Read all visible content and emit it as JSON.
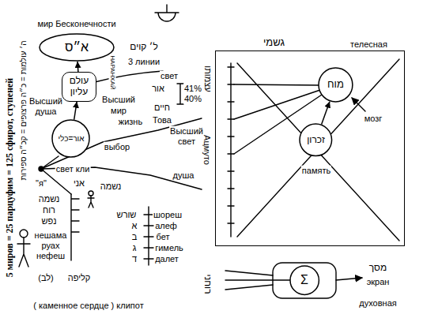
{
  "diagram": {
    "nodes": [
      {
        "text": [
          "мир Бесконечности",
          "א״ס"
        ]
      },
      {
        "text": [
          "עולם עליון"
        ]
      },
      {
        "text": [
          "אור=כלי"
        ]
      },
      {
        "text": [
          "גשמי",
          "телесная"
        ]
      },
      {
        "text": [
          "מוח"
        ],
        "in": 3
      },
      {
        "text": [
          "זכרון"
        ],
        "in": 3
      },
      {
        "text": [
          "Σ"
        ]
      }
    ],
    "edges": [
      {
        "from": 1,
        "to": 0,
        "arrow": "to"
      },
      {
        "from": 2,
        "to": 1,
        "arrow": "to"
      },
      {
        "from": 5,
        "to": 4,
        "arrow": "to"
      }
    ],
    "labels": [
      "5 миров = 25 парцуфим = 125 сфирот, ступеней",
      "ה׳ עולמות = כ״ה פרצופים = קכ״ה ספירות",
      "Высший",
      "душа",
      "ל׳ קוים",
      "3 линии",
      "НАРАНХАЙ",
      "свет",
      "אור",
      "41%",
      "40%",
      "Высший",
      "мир",
      "жизнь",
      "חיים",
      "Това",
      "Высший",
      "свет",
      "свет кли",
      "выбор",
      "\"я\"",
      "אני",
      "נשמה",
      "душа",
      "נשמה",
      "רוח",
      "נפש",
      "нешама",
      "руах",
      "нефеш",
      "(לב)",
      "קליפה",
      "( каменное сердце ) клипот",
      "שורש",
      "א",
      "ב",
      "ג",
      "ד",
      "шореш",
      "алеф",
      "бет",
      "гимель",
      "далет",
      "עצמותו",
      "Ацмуто",
      "мозг",
      "память",
      "רוחני",
      "מסך",
      "экран",
      "духовная"
    ]
  }
}
